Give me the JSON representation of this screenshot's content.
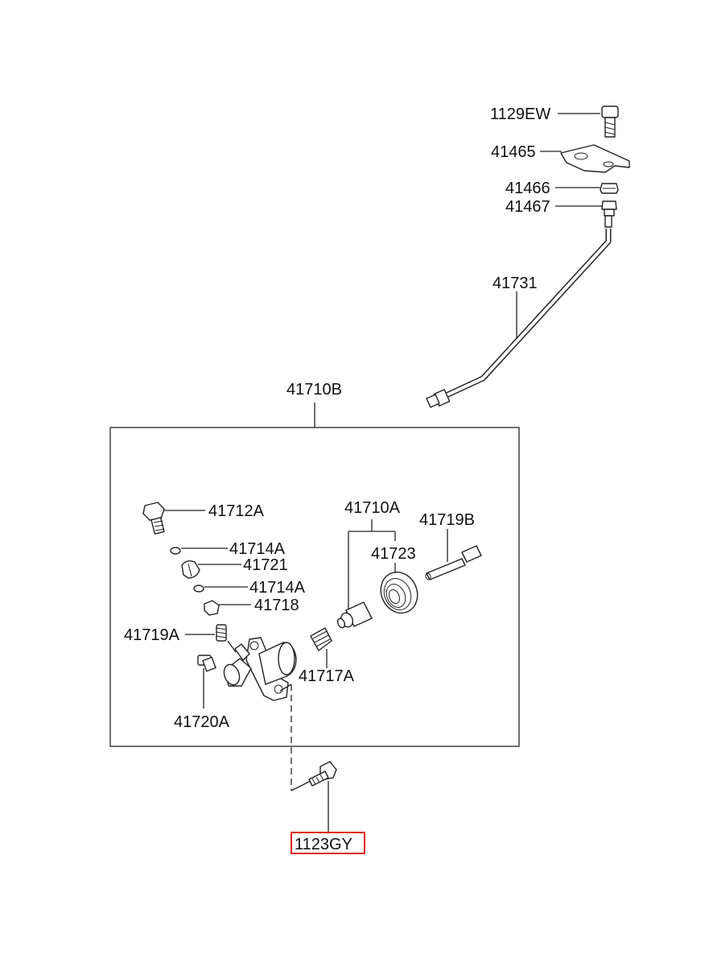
{
  "parts": {
    "p_1129EW": "1129EW",
    "p_41465": "41465",
    "p_41466": "41466",
    "p_41467": "41467",
    "p_41731": "41731",
    "p_41710B": "41710B",
    "p_41712A": "41712A",
    "p_41714A_1": "41714A",
    "p_41721": "41721",
    "p_41714A_2": "41714A",
    "p_41718": "41718",
    "p_41719A": "41719A",
    "p_41720A": "41720A",
    "p_41710A": "41710A",
    "p_41723": "41723",
    "p_41719B": "41719B",
    "p_41717A": "41717A",
    "p_1123GY": "1123GY"
  },
  "highlighted_part": "1123GY",
  "colors": {
    "highlight": "#e02020",
    "line": "#222222"
  }
}
